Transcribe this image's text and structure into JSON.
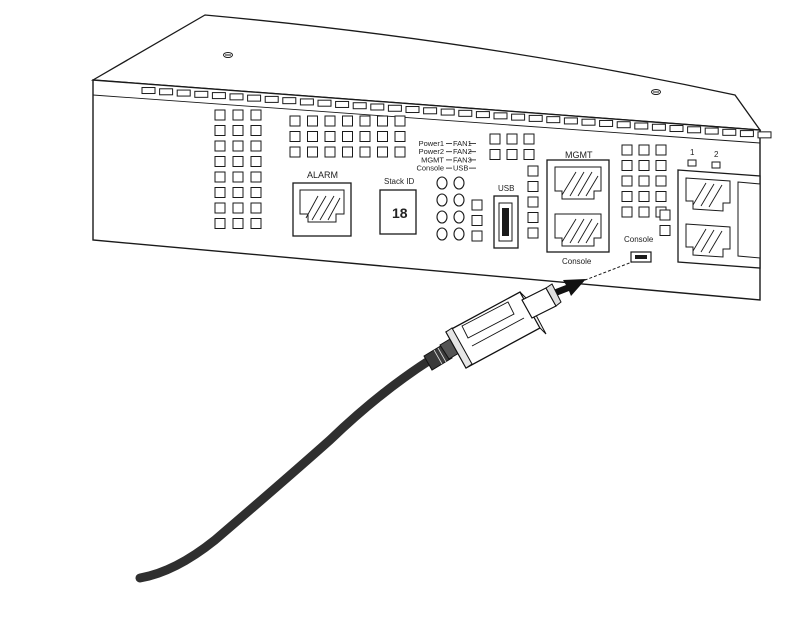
{
  "device": {
    "labels": {
      "alarm": "ALARM",
      "stack_id": "Stack ID",
      "stack_digit": "18",
      "usb": "USB",
      "mgmt": "MGMT",
      "console_under_ports": "Console",
      "console_mini": "Console",
      "port_1": "1",
      "port_2": "2"
    },
    "led_left": [
      "Power1",
      "Power2",
      "MGMT",
      "Console"
    ],
    "led_right": [
      "FAN1",
      "FAN2",
      "FAN3",
      "USB"
    ]
  },
  "colors": {
    "outline": "#1a1a1a",
    "panel_fill": "#ffffff",
    "cable": "#2f2f2f",
    "arrow": "#111111"
  },
  "icons": {
    "vent": "rect",
    "led": "circle",
    "arrow": "triangle-arrow"
  }
}
